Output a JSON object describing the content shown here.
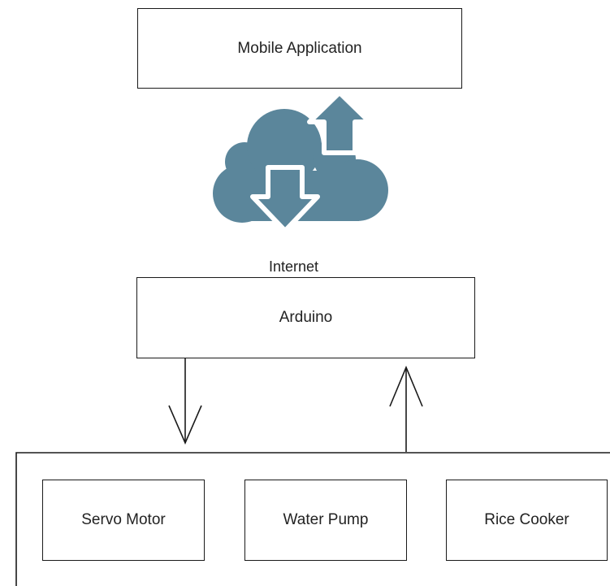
{
  "nodes": {
    "mobile_app": "Mobile Application",
    "internet": "Internet",
    "arduino": "Arduino",
    "servo_motor": "Servo Motor",
    "water_pump": "Water Pump",
    "rice_cooker": "Rice Cooker"
  },
  "colors": {
    "cloud": "#5b869b",
    "stroke": "#1a1a1a"
  },
  "icons": {
    "cloud": "cloud-transfer-icon"
  }
}
